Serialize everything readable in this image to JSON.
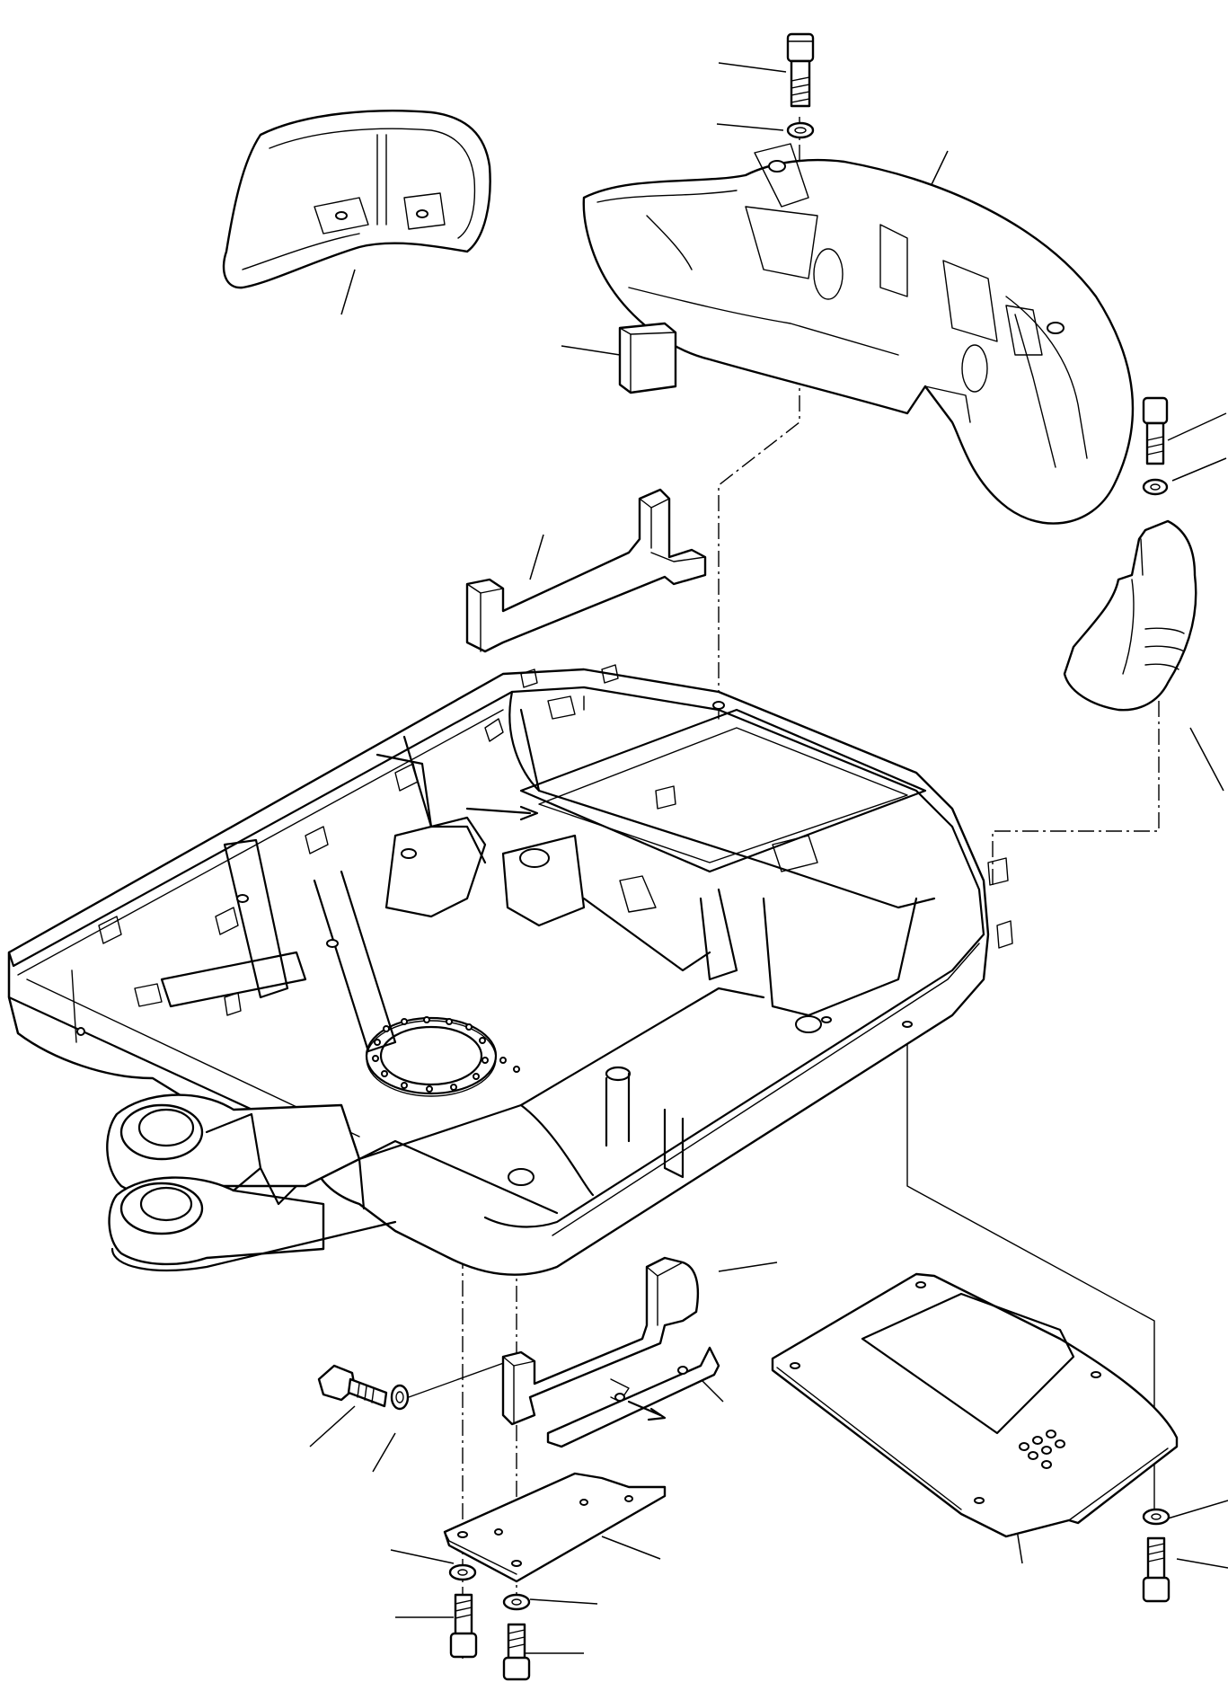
{
  "diagram": {
    "kind": "exploded-parts-view",
    "line_color": "#000000",
    "background": "#ffffff",
    "parts": [
      "bolt-top-center",
      "washer-top-center",
      "counterweight-main",
      "counterweight-small-left",
      "pad-block",
      "weight-bracket",
      "bolt-right",
      "washer-right",
      "side-cover-right",
      "revolving-frame",
      "bracket-lower",
      "plate-lower-left",
      "cover-plate-lower-right",
      "bolt-lower-left",
      "washer-lower-left",
      "washer-bottom-a",
      "bolt-bottom-a",
      "washer-bottom-b",
      "bolt-bottom-b",
      "washer-bottom-right",
      "bolt-bottom-right"
    ]
  }
}
